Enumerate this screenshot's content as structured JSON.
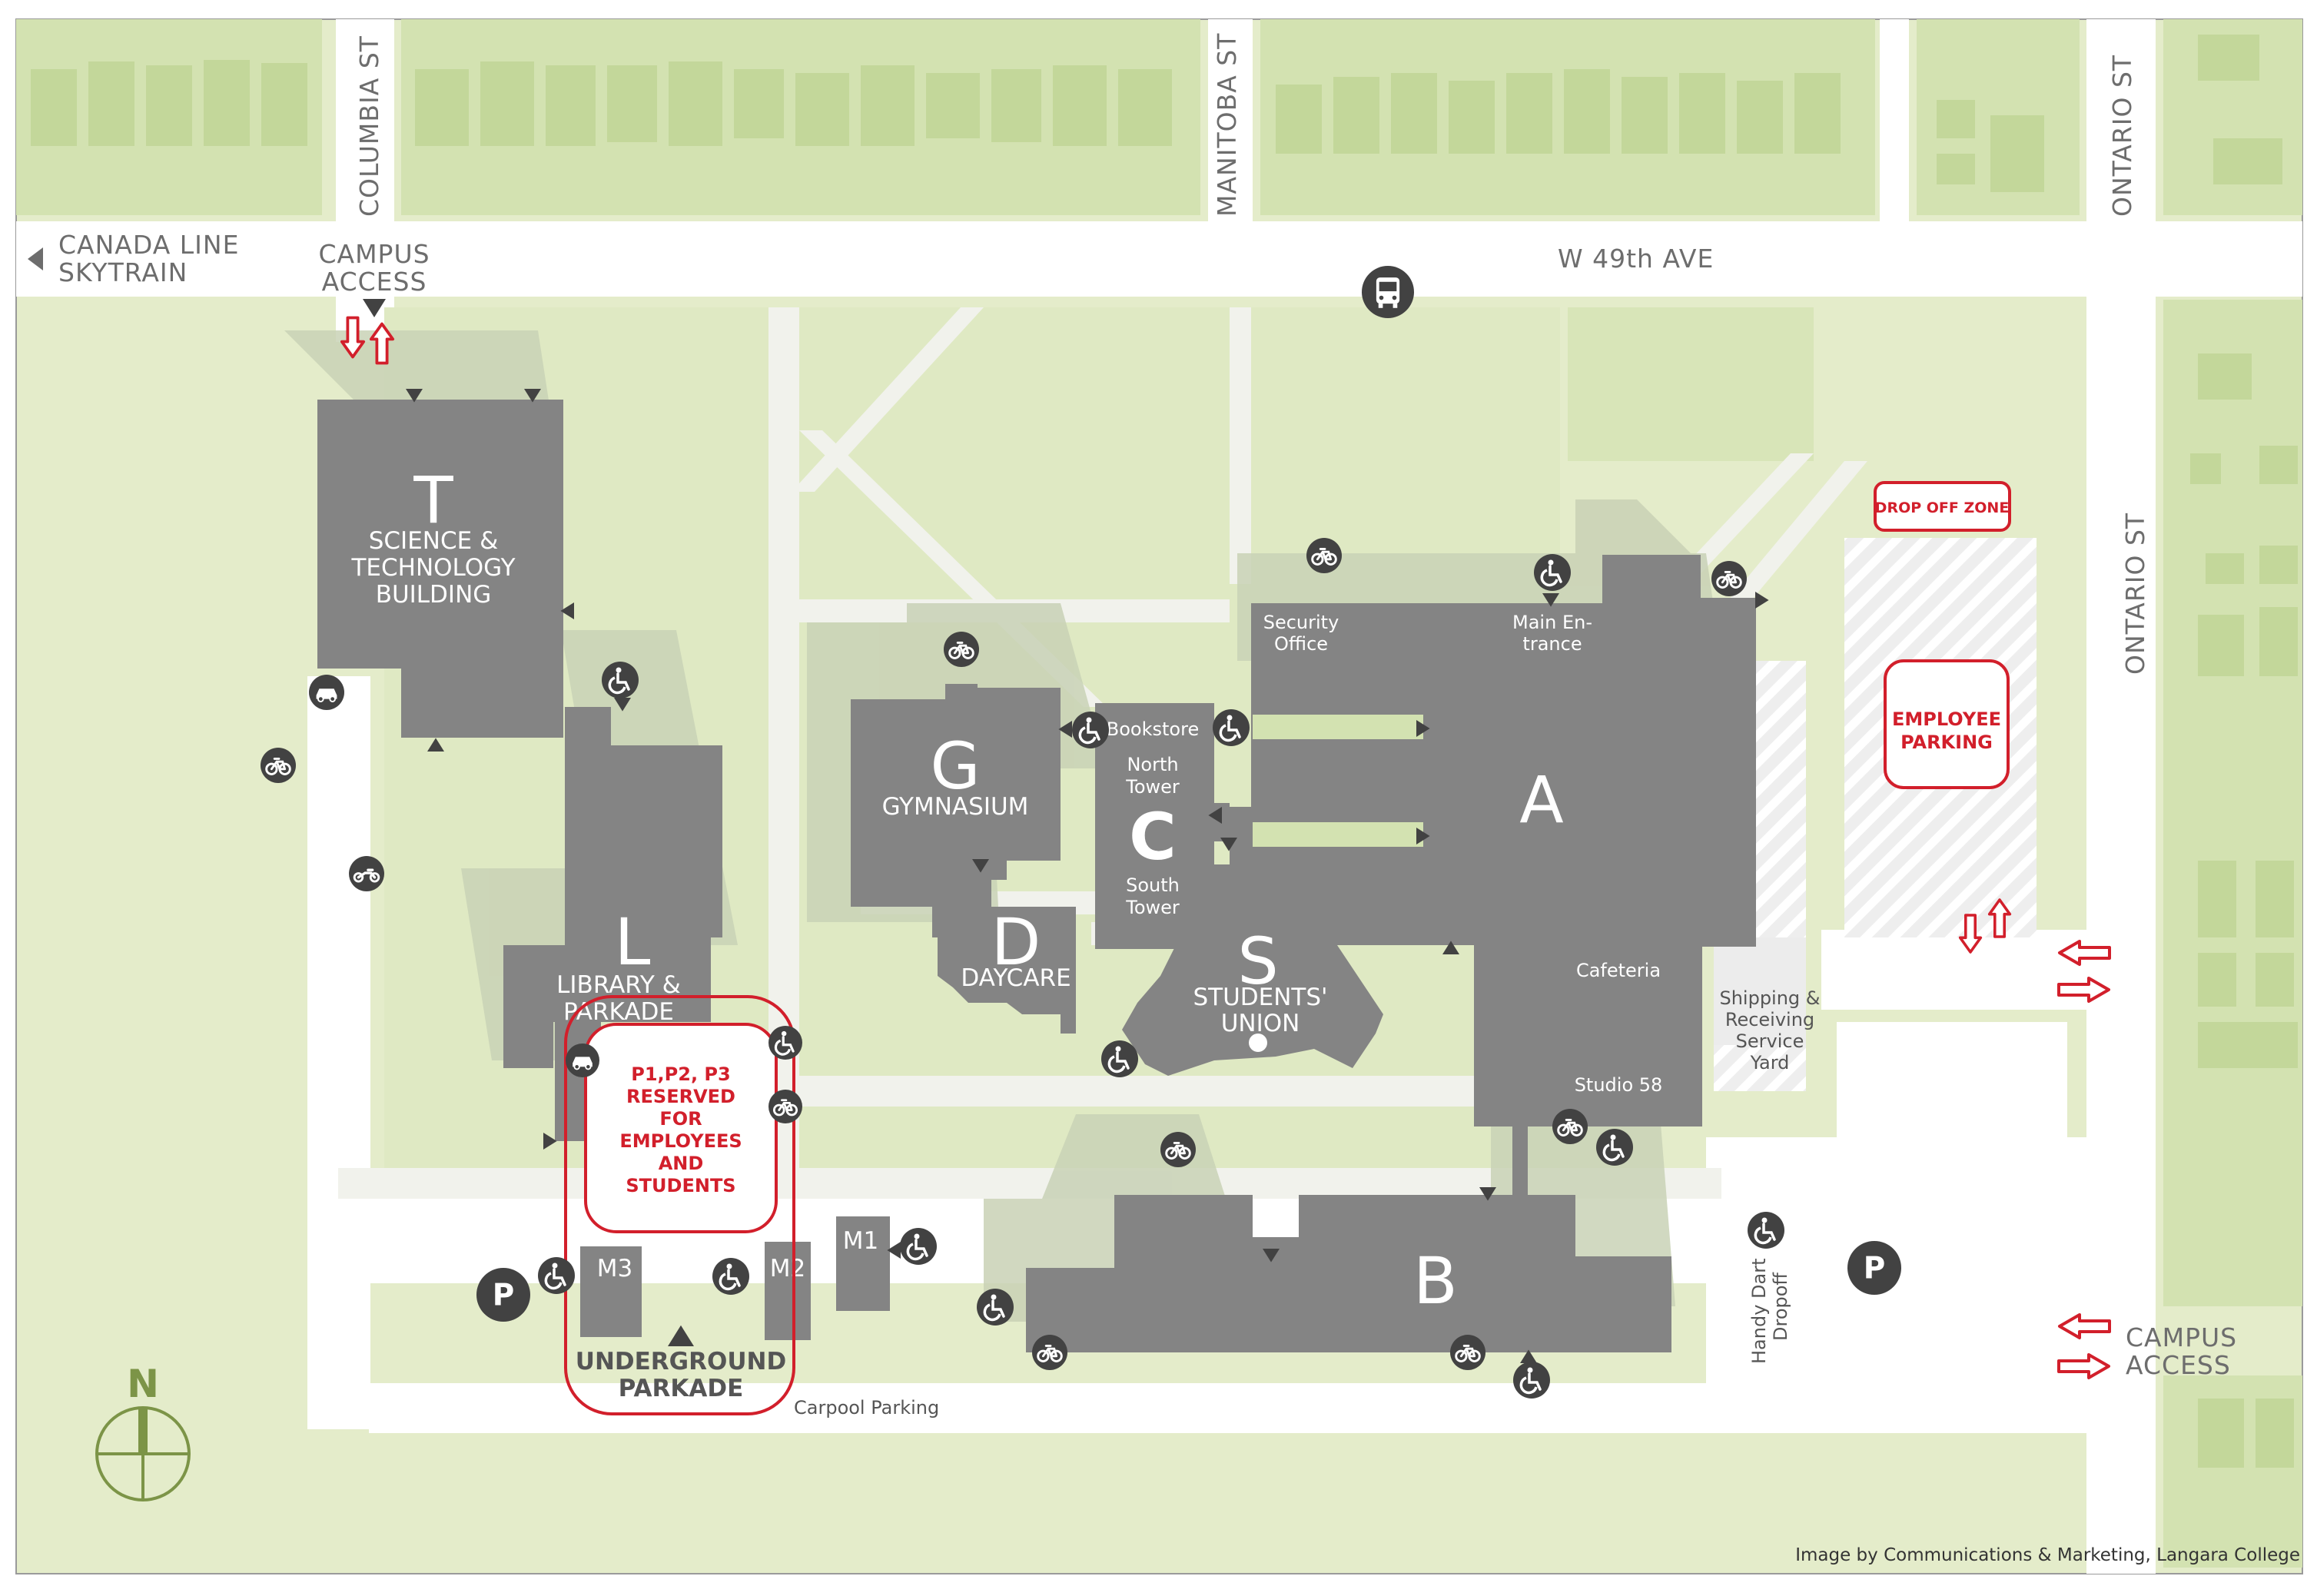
{
  "streets": {
    "columbia": "COLUMBIA ST",
    "manitoba": "MANITOBA ST",
    "ontario_top": "ONTARIO ST",
    "ontario_side": "ONTARIO ST",
    "w49": "W 49th AVE"
  },
  "skytrain": {
    "line1": "CANADA LINE",
    "line2": "SKYTRAIN"
  },
  "campus_access_top": {
    "line1": "CAMPUS",
    "line2": "ACCESS"
  },
  "campus_access_right": {
    "line1": "CAMPUS",
    "line2": "ACCESS"
  },
  "buildings": {
    "T": {
      "letter": "T",
      "line1": "SCIENCE &",
      "line2": "TECHNOLOGY",
      "line3": "BUILDING"
    },
    "L": {
      "letter": "L",
      "line1": "LIBRARY &",
      "line2": "PARKADE"
    },
    "G": {
      "letter": "G",
      "name": "GYMNASIUM"
    },
    "D": {
      "letter": "D",
      "name": "DAYCARE"
    },
    "C": {
      "letter": "C",
      "north1": "North",
      "north2": "Tower",
      "south1": "South",
      "south2": "Tower",
      "bookstore": "Bookstore"
    },
    "S": {
      "letter": "S",
      "line1": "STUDENTS'",
      "line2": "UNION"
    },
    "A": {
      "letter": "A",
      "security1": "Security",
      "security2": "Office",
      "entrance1": "Main En-",
      "entrance2": "trance",
      "cafeteria": "Cafeteria",
      "studio": "Studio 58"
    },
    "B": {
      "letter": "B"
    },
    "M1": "M1",
    "M2": "M2",
    "M3": "M3"
  },
  "labels": {
    "drop_off": "DROP OFF ZONE",
    "employee_parking1": "EMPLOYEE",
    "employee_parking2": "PARKING",
    "reserved": [
      "P1,P2, P3",
      "RESERVED",
      "FOR",
      "EMPLOYEES",
      "AND",
      "STUDENTS"
    ],
    "underground1": "UNDERGROUND",
    "underground2": "PARKADE",
    "carpool": "Carpool Parking",
    "shipping": [
      "Shipping &",
      "Receiving",
      "Service",
      "Yard"
    ],
    "handydart1": "Handy Dart",
    "handydart2": "Dropoff",
    "parking_symbol": "P",
    "north": "N"
  },
  "credit": "Image by Communications & Marketing, Langara College",
  "colors": {
    "map_green": "#e3ecc9",
    "block_green": "#d3e2b2",
    "building": "#848484",
    "road": "#ffffff",
    "highlight_red": "#d21f2b",
    "icon_dark": "#424242"
  },
  "icons": [
    "bike-icon",
    "accessible-icon",
    "bus-icon",
    "car-icon",
    "motorcycle-icon",
    "parking-icon",
    "compass-icon",
    "entrance-arrow-icon",
    "traffic-arrow-icon"
  ]
}
